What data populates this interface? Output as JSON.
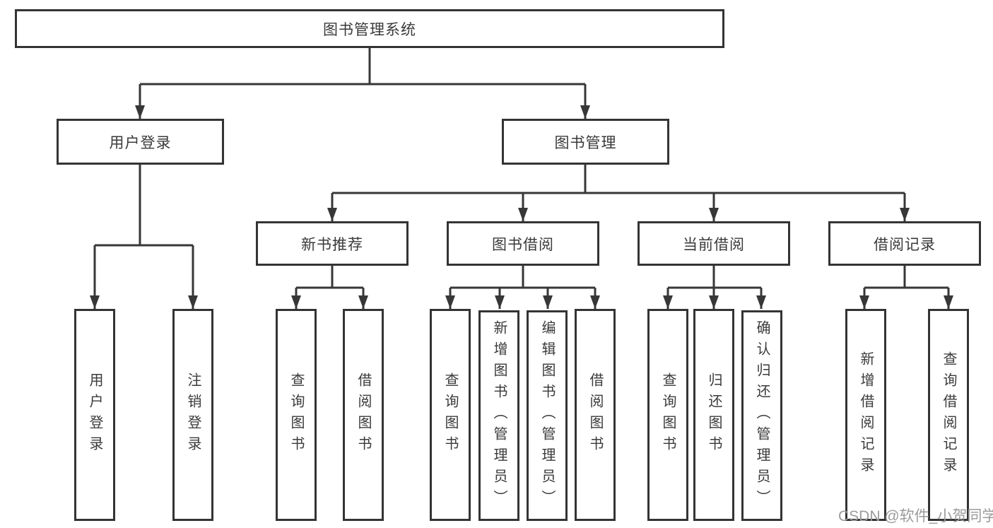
{
  "page": {
    "background_color": "#ffffff",
    "line_color": "#373737",
    "text_color": "#3a3a3a"
  },
  "diagram": {
    "root": {
      "label": "图书管理系统"
    },
    "level2": [
      {
        "id": "user-login",
        "label": "用户登录"
      },
      {
        "id": "book-management",
        "label": "图书管理"
      }
    ],
    "level3": [
      {
        "id": "new-book-recommend",
        "label": "新书推荐",
        "parent": "图书管理"
      },
      {
        "id": "book-borrowing",
        "label": "图书借阅",
        "parent": "图书管理"
      },
      {
        "id": "current-borrowing",
        "label": "当前借阅",
        "parent": "图书管理"
      },
      {
        "id": "borrowing-records",
        "label": "借阅记录",
        "parent": "图书管理"
      }
    ],
    "leaves": [
      {
        "id": "leaf-user-login",
        "label": "用户登录",
        "parent": "用户登录"
      },
      {
        "id": "leaf-logout",
        "label": "注销登录",
        "parent": "用户登录"
      },
      {
        "id": "leaf-query-books-recommend",
        "label": "查询图书",
        "parent": "新书推荐"
      },
      {
        "id": "leaf-borrow-books-recommend",
        "label": "借阅图书",
        "parent": "新书推荐"
      },
      {
        "id": "leaf-query-books-borrowing",
        "label": "查询图书",
        "parent": "图书借阅"
      },
      {
        "id": "leaf-add-books-admin",
        "label": "新增图书（管理员）",
        "parent": "图书借阅"
      },
      {
        "id": "leaf-edit-books-admin",
        "label": "编辑图书（管理员）",
        "parent": "图书借阅"
      },
      {
        "id": "leaf-borrow-books",
        "label": "借阅图书",
        "parent": "图书借阅"
      },
      {
        "id": "leaf-query-books-current",
        "label": "查询图书",
        "parent": "当前借阅"
      },
      {
        "id": "leaf-return-books",
        "label": "归还图书",
        "parent": "当前借阅"
      },
      {
        "id": "leaf-confirm-return-admin",
        "label": "确认归还（管理员）",
        "parent": "当前借阅"
      },
      {
        "id": "leaf-add-borrow-record",
        "label": "新增借阅记录",
        "parent": "借阅记录"
      },
      {
        "id": "leaf-query-borrow-record",
        "label": "查询借阅记录",
        "parent": "借阅记录"
      }
    ]
  },
  "watermark": {
    "text": "CSDN @软件_小贺同学",
    "color": "#9b9b9b"
  }
}
